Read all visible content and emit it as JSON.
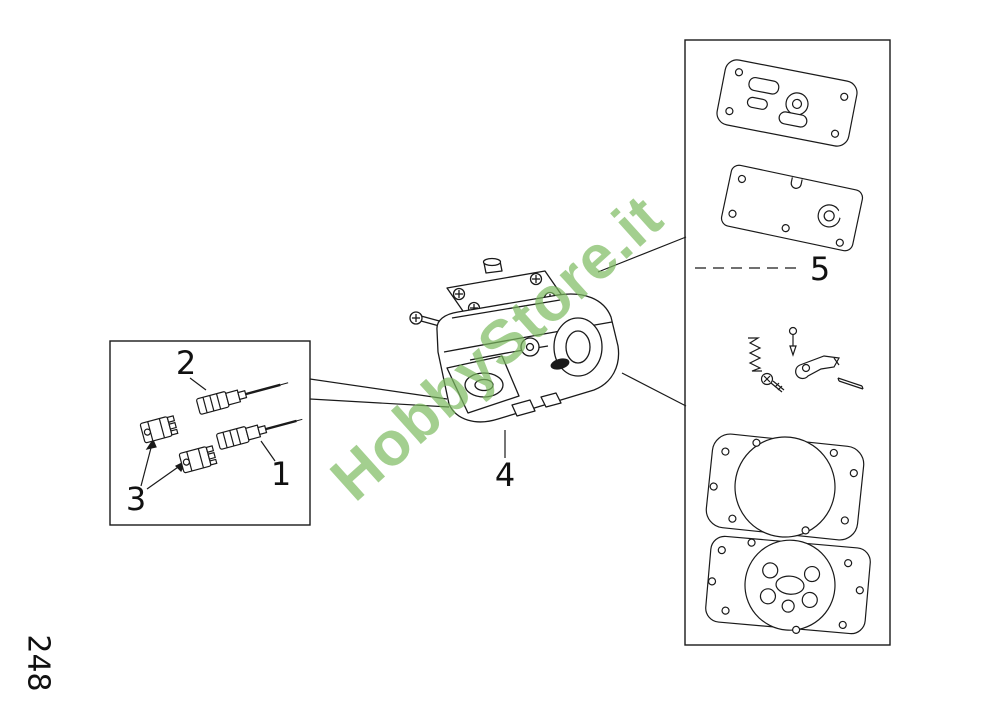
{
  "page": {
    "number": "248",
    "watermark": "HobbyStore.it",
    "watermark_color": "#7cba60",
    "background_color": "#ffffff",
    "line_color": "#1a1a1a"
  },
  "diagram": {
    "type": "exploded-parts-diagram",
    "subject": "carburetor",
    "labels": {
      "part1": "1",
      "part2": "2",
      "part3": "3",
      "part4": "4",
      "part5": "5"
    }
  }
}
